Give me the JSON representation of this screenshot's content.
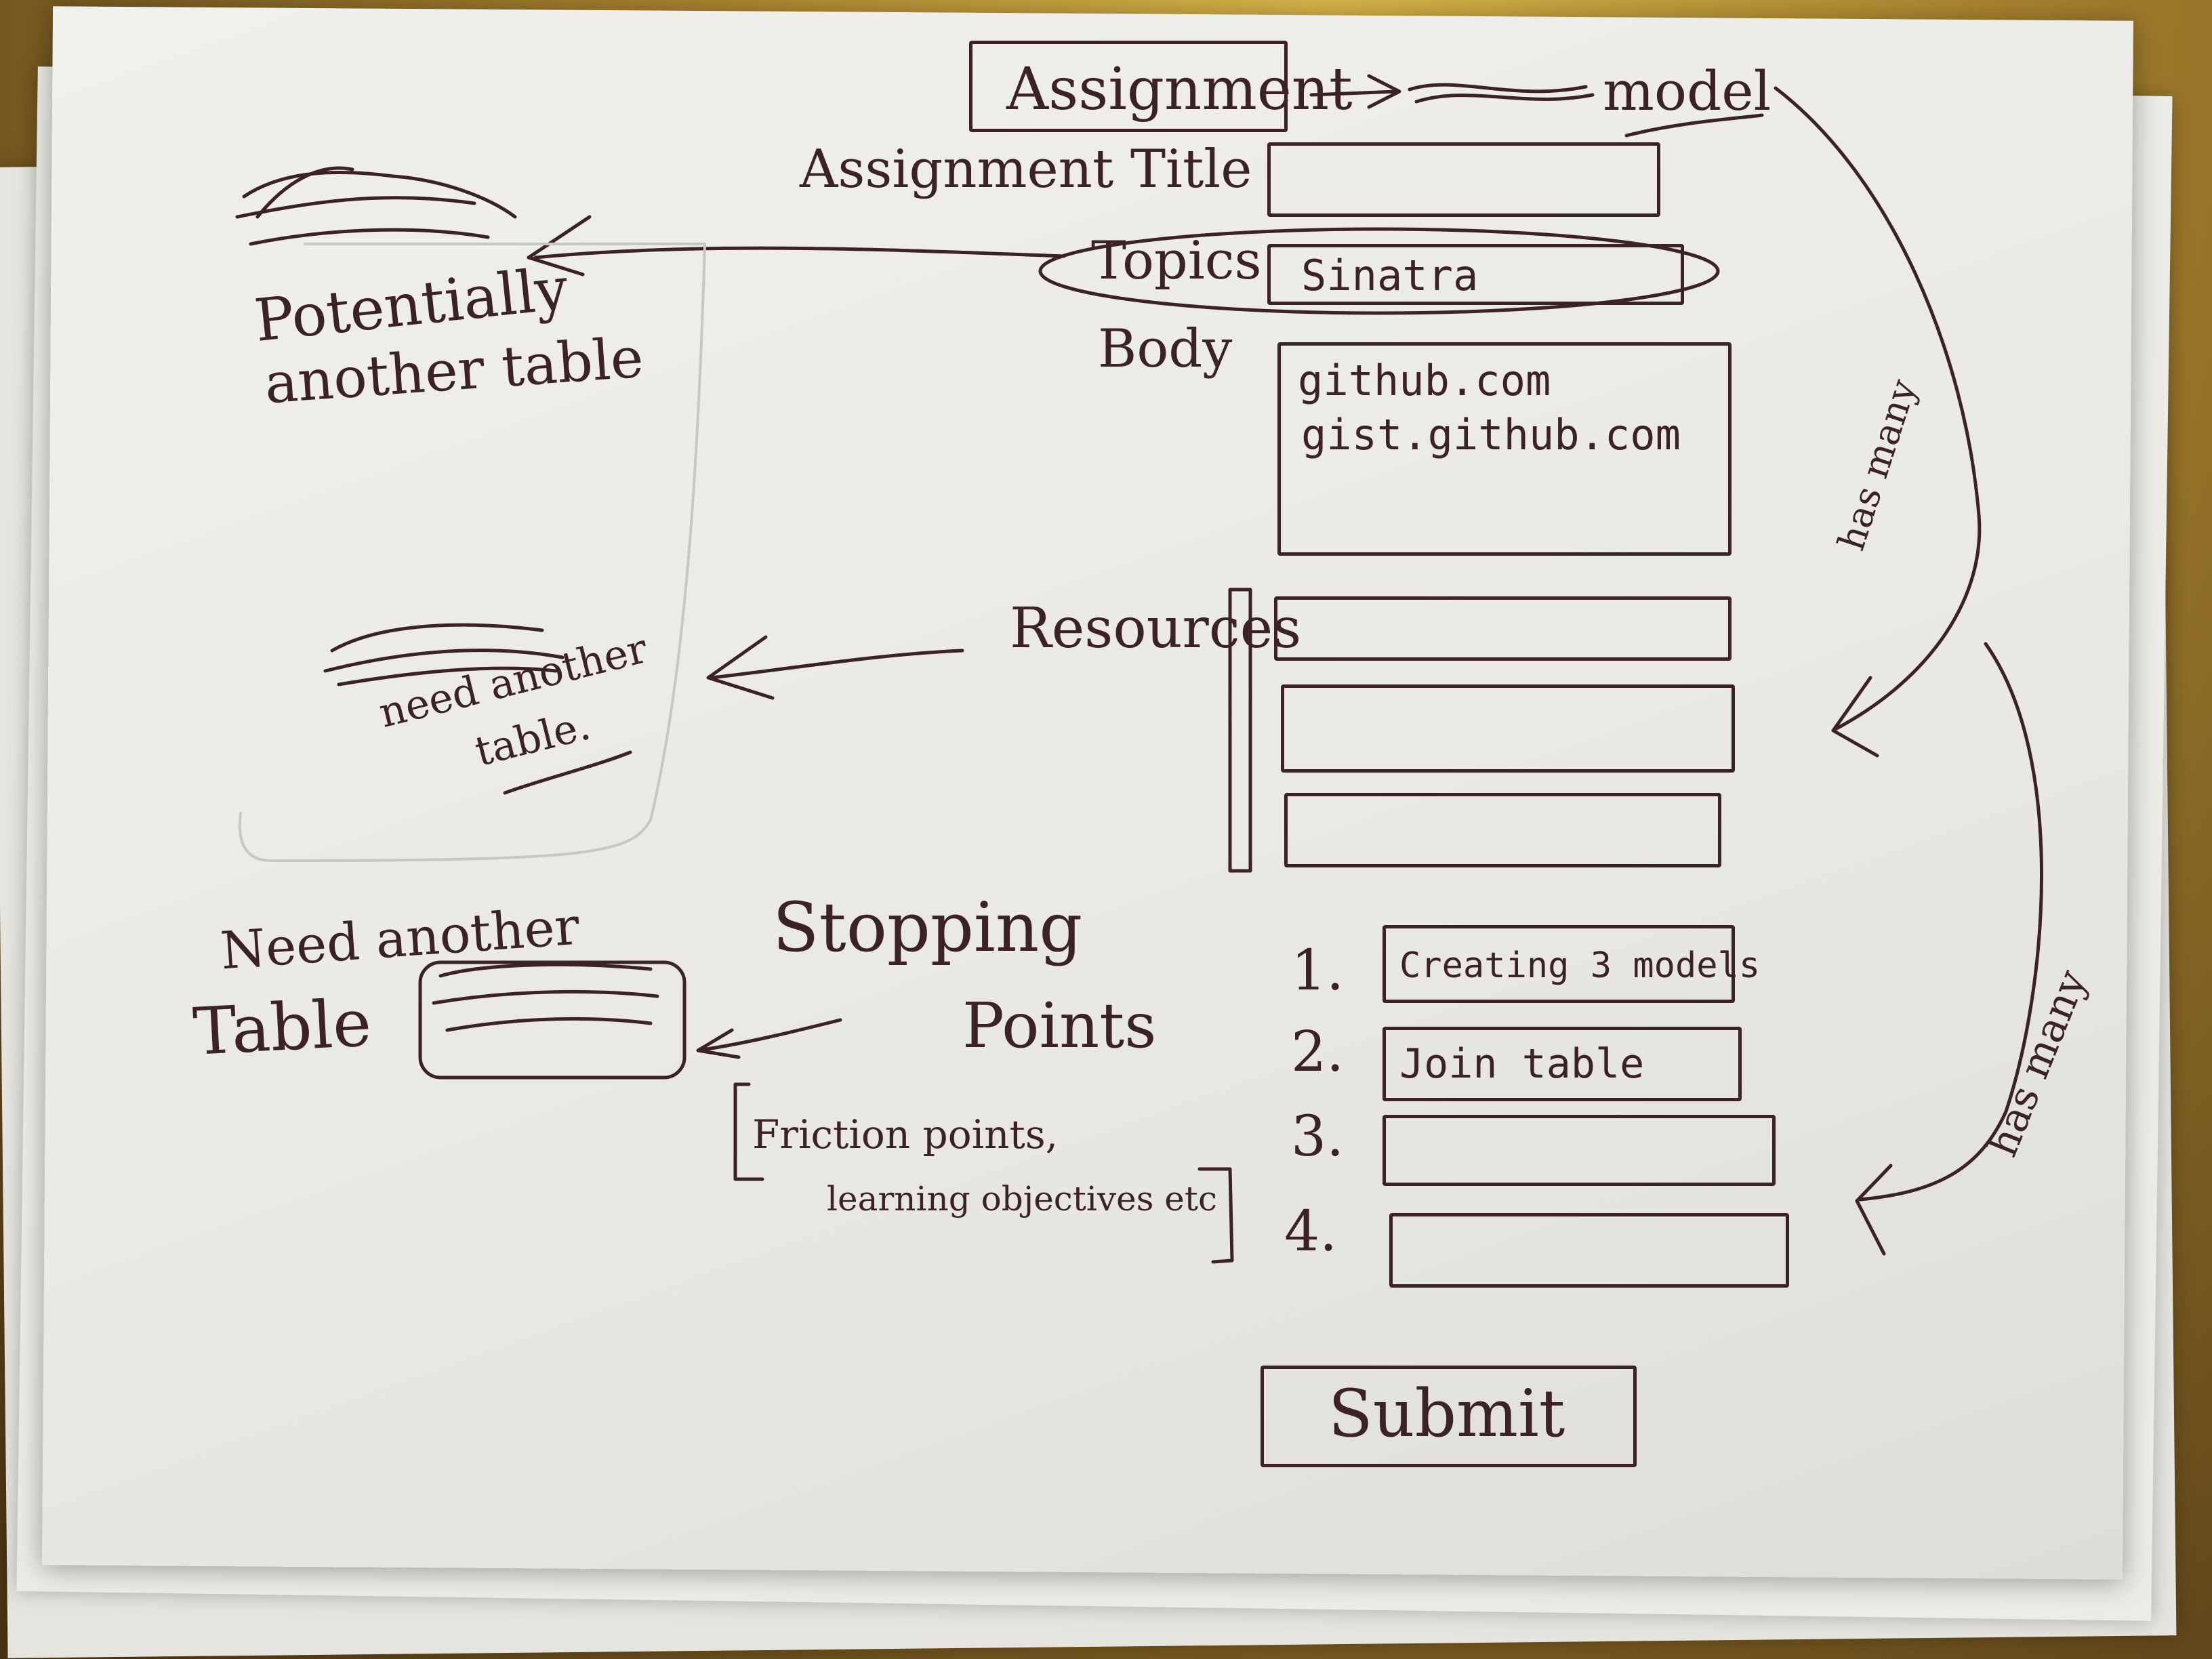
{
  "sketch": {
    "header_box_label": "Assignment",
    "header_arrow_target": "model",
    "form": {
      "title_label": "Assignment Title",
      "topics_label": "Topics",
      "topics_value": "Sinatra",
      "body_label": "Body",
      "body_lines": [
        "github.com",
        "gist.github.com"
      ],
      "resources_label": "Resources",
      "stopping_label_line1": "Stopping",
      "stopping_label_line2": "Points",
      "stopping_note_line1": "Friction points,",
      "stopping_note_line2": "learning objectives etc",
      "stopping_points": [
        {
          "number": "1.",
          "value": "Creating 3 models"
        },
        {
          "number": "2.",
          "value": "Join table"
        },
        {
          "number": "3.",
          "value": ""
        },
        {
          "number": "4.",
          "value": ""
        }
      ],
      "submit_label": "Submit"
    },
    "notes": {
      "potentially_line1": "Potentially",
      "potentially_line2": "another table",
      "need_another_table_line1": "need another",
      "need_another_table_line2": "table.",
      "need_another_line1": "Need another",
      "need_another_line2": "Table"
    },
    "relations": {
      "upper": "has many",
      "lower": "has many"
    }
  }
}
